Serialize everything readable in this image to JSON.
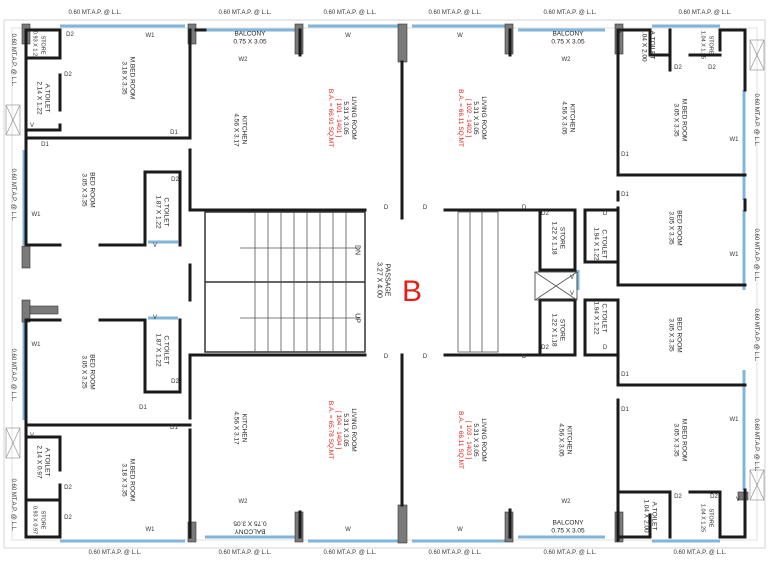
{
  "block_letter": "B",
  "setback": "0.60 MT.A.P. @ L.L.",
  "rooms": {
    "balcony_top_left": {
      "name": "BALCONY",
      "size": "0.75 X 3.05"
    },
    "balcony_top_right": {
      "name": "BALCONY",
      "size": "0.75 X 3.05"
    },
    "balcony_bottom_left": {
      "name": "BALCONY",
      "size": "0.75 X 3.05"
    },
    "balcony_bottom_right": {
      "name": "BALCONY",
      "size": "0.75 X 3.05"
    },
    "mbed_top_left": {
      "name": "M.BED ROOM",
      "size": "3.18 X 3.35"
    },
    "mbed_top_right": {
      "name": "M.BED ROOM",
      "size": "3.05 X 3.35"
    },
    "mbed_bottom_left": {
      "name": "M.BED ROOM",
      "size": "3.18 X 3.35"
    },
    "mbed_bottom_right": {
      "name": "M.BED ROOM",
      "size": "3.05 X 3.35"
    },
    "bed_top_left": {
      "name": "BED ROOM",
      "size": "3.05 X 3.35"
    },
    "bed_top_right": {
      "name": "BED ROOM",
      "size": "3.05 X 3.35"
    },
    "bed_bottom_left": {
      "name": "BED ROOM",
      "size": "3.05 X 3.25"
    },
    "bed_bottom_right": {
      "name": "BED ROOM",
      "size": "3.05 X 3.35"
    },
    "atoilet_top_left": {
      "name": "A.TOILET",
      "size": "2.14 X 1.22"
    },
    "atoilet_top_right": {
      "name": "A.TOILET",
      "size": "1.04 X 2.00"
    },
    "atoilet_bottom_left": {
      "name": "A.TOILET",
      "size": "2.14 X 0.97"
    },
    "atoilet_bottom_right": {
      "name": "A.TOILET",
      "size": "1.04 X 2.00"
    },
    "ctoilet_top_left": {
      "name": "C.TOILET",
      "size": "1.87 X 1.22"
    },
    "ctoilet_bottom_left": {
      "name": "C.TOILET",
      "size": "1.87 X 1.22"
    },
    "ctoilet_top_right": {
      "name": "C.TOILET",
      "size": "1.94 X 1.22"
    },
    "ctoilet_bottom_right": {
      "name": "C.TOILET",
      "size": "1.94 X 1.22"
    },
    "store_top_left": {
      "name": "STORE",
      "size": "0.93 X 1.22"
    },
    "store_bottom_left": {
      "name": "STORE",
      "size": "0.93 X 0.97"
    },
    "store_top_right": {
      "name": "STORE",
      "size": "1.04 X 1.25"
    },
    "store_bottom_right": {
      "name": "STORE",
      "size": "1.04 X 1.25"
    },
    "store_mid_top": {
      "name": "STORE",
      "size": "1.22 X 1.18"
    },
    "store_mid_bottom": {
      "name": "STORE",
      "size": "1.22 X 1.18"
    },
    "kitchen_top_left": {
      "name": "KITCHEN",
      "size": "4.56 X 3.17"
    },
    "kitchen_bottom_left": {
      "name": "KITCHEN",
      "size": "4.56 X 3.17"
    },
    "kitchen_top_right": {
      "name": "KITCHEN",
      "size": "4.56 X 3.05"
    },
    "kitchen_bottom_right": {
      "name": "KITCHEN",
      "size": "4.56 X 3.05"
    },
    "living_101": {
      "name": "LIVING ROOM",
      "size": "5.31 X 3.05",
      "units": "[ 101 - 1401 ]",
      "area": "B.A. = 66.91 SQ.MT"
    },
    "living_102": {
      "name": "LIVING ROOM",
      "size": "5.31 X 3.05",
      "units": "[ 102 - 1402 ]",
      "area": "B.A. = 66.11 SQ.MT"
    },
    "living_104": {
      "name": "LIVING ROOM",
      "size": "5.31 X 3.05",
      "units": "[ 104 - 1404 ]",
      "area": "B.A. = 65.78 SQ.MT"
    },
    "living_103": {
      "name": "LIVING ROOM",
      "size": "5.31 X 3.05",
      "units": "[ 103 - 1403 ]",
      "area": "B.A. = 66.11 SQ.MT"
    },
    "passage": {
      "name": "PASSAGE",
      "size": "3.27 X 4.00"
    }
  },
  "stair": {
    "dn": "DN",
    "up": "UP"
  },
  "tags": {
    "d": "D",
    "d1": "D1",
    "d2": "D2",
    "w": "W",
    "w1": "W1",
    "w2": "W2",
    "v": "V"
  },
  "colors": {
    "wall": "#1a1a1a",
    "window": "#7fb6d9",
    "column": "#7a7a7a",
    "accent": "#e0201a",
    "outline": "#cfcfcf"
  }
}
